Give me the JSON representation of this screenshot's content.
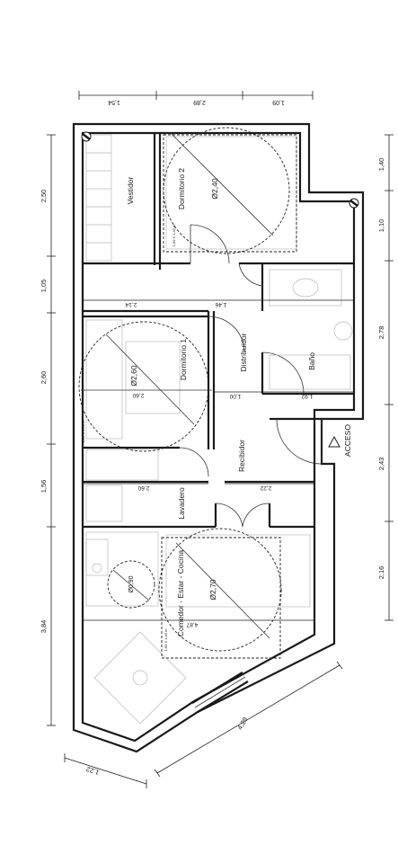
{
  "rooms": {
    "vestidor": "Vestidor",
    "dormitorio2": "Dormitorio 2",
    "dormitorio1": "Dormitorio 1",
    "distribuidor": "Distribuidor",
    "bano": "Baño",
    "recibidor": "Recibidor",
    "lavadero": "Lavadero",
    "cocina": "Comedor - Estar - Cocina",
    "acceso": "ACCESO"
  },
  "dims_top": [
    "1,54",
    "2,89",
    "1,09"
  ],
  "dims_left": [
    "2,50",
    "1,05",
    "2,60",
    "1,56",
    "3,84"
  ],
  "dims_right": [
    "1,40",
    "1,10",
    "2,78",
    "2,43",
    "2,16"
  ],
  "dims_bottom": [
    "1,22",
    "4,29"
  ],
  "dims_interior": {
    "d214": "2,14",
    "d146": "1,46",
    "d260a": "2,60",
    "d100": "1,00",
    "d192": "1,92",
    "d260b": "2,60",
    "d222": "2,22",
    "d487": "4,87"
  },
  "circles": {
    "c240": "Ø2,40",
    "c260": "Ø2,60",
    "c270": "Ø2,70",
    "c090": "Ø0,90"
  },
  "notes": {
    "n1": "1,60 X 1,40 m",
    "n2": "1,60 X 1,60 m",
    "n3": "1,60 X 1,40 m"
  }
}
